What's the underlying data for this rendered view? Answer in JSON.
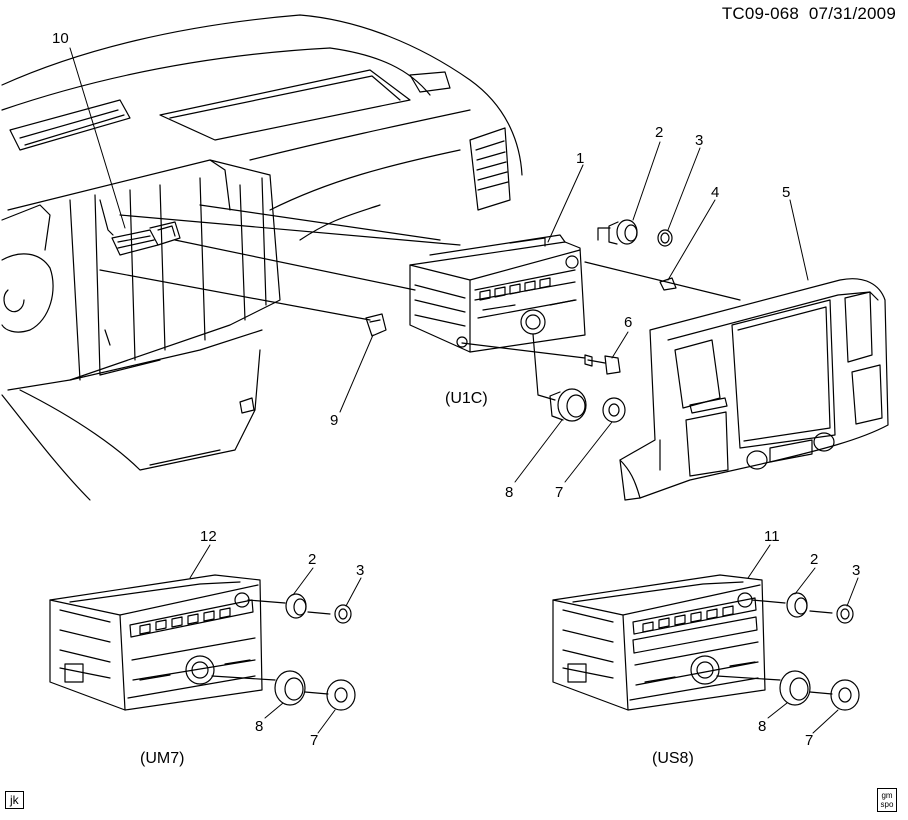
{
  "header": {
    "illustration_code": "TC09-068",
    "date": "07/31/2009"
  },
  "callouts": [
    "1",
    "2",
    "3",
    "4",
    "5",
    "6",
    "7",
    "8",
    "9",
    "10",
    "11",
    "12",
    "2",
    "3",
    "7",
    "8",
    "2",
    "3",
    "7",
    "8"
  ],
  "variants": {
    "top": "(U1C)",
    "bottom_left": "(UM7)",
    "bottom_right": "(US8)"
  },
  "footer": {
    "initials": "jk",
    "logo_text_line1": "gm",
    "logo_text_line2": "spo"
  }
}
